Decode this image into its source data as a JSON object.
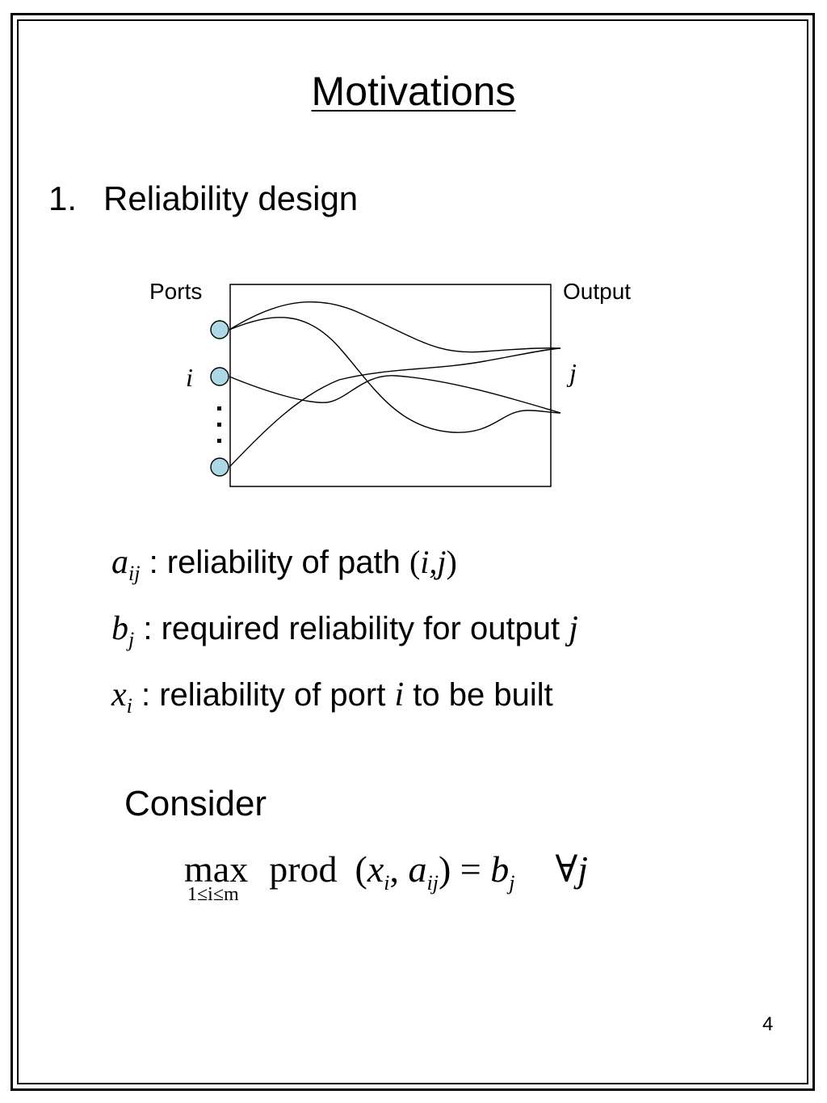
{
  "slide": {
    "title": "Motivations",
    "item_number": "1.",
    "item_label": "Reliability design",
    "page_number": "4"
  },
  "diagram": {
    "ports_label": "Ports",
    "output_label": "Output",
    "port_index_label": "i",
    "output_index_label": "j",
    "port_color": "#add8e6",
    "dots": "⋮"
  },
  "definitions": [
    {
      "symbol": "a",
      "subscript": "ij",
      "text": " : reliability of path ",
      "suffix_open": "(",
      "suffix_vars": "i,j",
      "suffix_close": ")"
    },
    {
      "symbol": "b",
      "subscript": "j",
      "text": " : required reliability for output ",
      "suffix_var": "j"
    },
    {
      "symbol": "x",
      "subscript": "i",
      "text": " : reliability of port ",
      "mid_var": "i",
      "after_text": " to be built"
    }
  ],
  "consider": {
    "label": "Consider",
    "formula_max": "max",
    "formula_prod": "prod",
    "formula_open": "(",
    "formula_x": "x",
    "formula_x_sub": "i",
    "formula_comma": ", ",
    "formula_a": "a",
    "formula_a_sub": "ij",
    "formula_close_eq": ") = ",
    "formula_b": "b",
    "formula_b_sub": "j",
    "formula_forall": "∀",
    "formula_j": "j",
    "limits": "1≤i≤m"
  }
}
